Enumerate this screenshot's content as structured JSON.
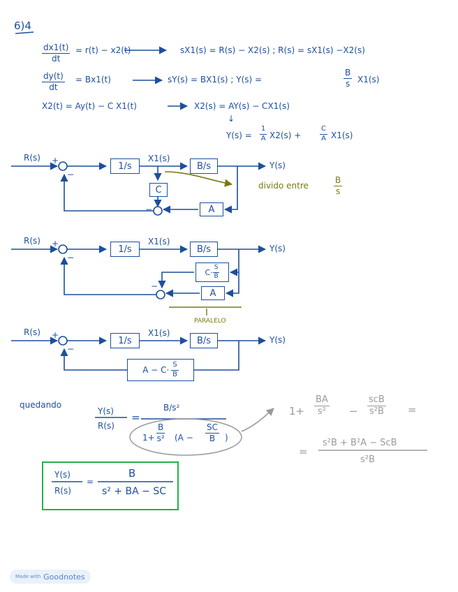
{
  "problem_label": "6)4",
  "eq1": {
    "lhs_num": "dx1(t)",
    "lhs_den": "dt",
    "rhs": "= r(t) − x2(t)",
    "laplace": "sX1(s) = R(s) − X2(s) ;  R(s) = sX1(s) −X2(s)"
  },
  "eq2": {
    "lhs_num": "dy(t)",
    "lhs_den": "dt",
    "rhs": "= Bx1(t)",
    "laplace": "sY(s) = BX1(s) ;  Y(s) =",
    "frac_num": "B",
    "frac_den": "s",
    "tail": "X1(s)"
  },
  "eq3": {
    "lhs": "X2(t) = Ay(t) − C X1(t)",
    "laplace": "X2(s) = AY(s) − CX1(s)",
    "down_arrow": "↓",
    "solved_prefix": "Y(s) =",
    "f1_num": "1",
    "f1_den": "A",
    "mid": "X2(s) +",
    "f2_num": "C",
    "f2_den": "A",
    "tail": "X1(s)"
  },
  "diagram1": {
    "input": "R(s)",
    "plus": "+",
    "minus": "−",
    "block_int": "1/s",
    "signal_x1": "X1(s)",
    "block_b": "B/s",
    "output": "Y(s)",
    "block_c": "C",
    "block_a": "A",
    "sum2_minus": "−",
    "annotation": "divido entre",
    "annotation_num": "B",
    "annotation_den": "s"
  },
  "diagram2": {
    "input": "R(s)",
    "plus": "+",
    "minus": "−",
    "block_int": "1/s",
    "signal_x1": "X1(s)",
    "block_b": "B/s",
    "output": "Y(s)",
    "block_c_prefix": "C·",
    "block_c_num": "S",
    "block_c_den": "B",
    "block_a": "A",
    "sum2_minus": "−",
    "annotation": "PARALELO"
  },
  "diagram3": {
    "input": "R(s)",
    "plus": "+",
    "minus": "−",
    "block_int": "1/s",
    "signal_x1": "X1(s)",
    "block_b": "B/s",
    "output": "Y(s)",
    "block_fb_prefix": "A − C·",
    "block_fb_num": "S",
    "block_fb_den": "B"
  },
  "result": {
    "label": "quedando",
    "lhs_num": "Y(s)",
    "lhs_den": "R(s)",
    "eq": "=",
    "rhs_num": "B/s²",
    "den_prefix": "1+",
    "den_f_num": "B",
    "den_f_den": "s²",
    "den_paren": "(A −",
    "den_g_num": "SC",
    "den_g_den": "B",
    "den_close": ")"
  },
  "side_calc": {
    "line1_prefix": "1+",
    "f1_num": "BA",
    "f1_den": "s²",
    "minus": "−",
    "f2_num": "scB",
    "f2_den": "s²B",
    "eq1": "=",
    "eq2": "=",
    "line2_num": "s²B + B²A − ScB",
    "line2_den": "s²B"
  },
  "final": {
    "lhs_num": "Y(s)",
    "lhs_den": "R(s)",
    "eq": "=",
    "rhs_num": "B",
    "rhs_den": "s² + BA − SC"
  },
  "footer": {
    "small": "Made with",
    "brand": "Goodnotes"
  },
  "colors": {
    "ink_blue": "#1d4f9c",
    "ink_olive": "#7a7a12",
    "ink_gray": "#9a9a9a",
    "result_green": "#22b24c"
  }
}
